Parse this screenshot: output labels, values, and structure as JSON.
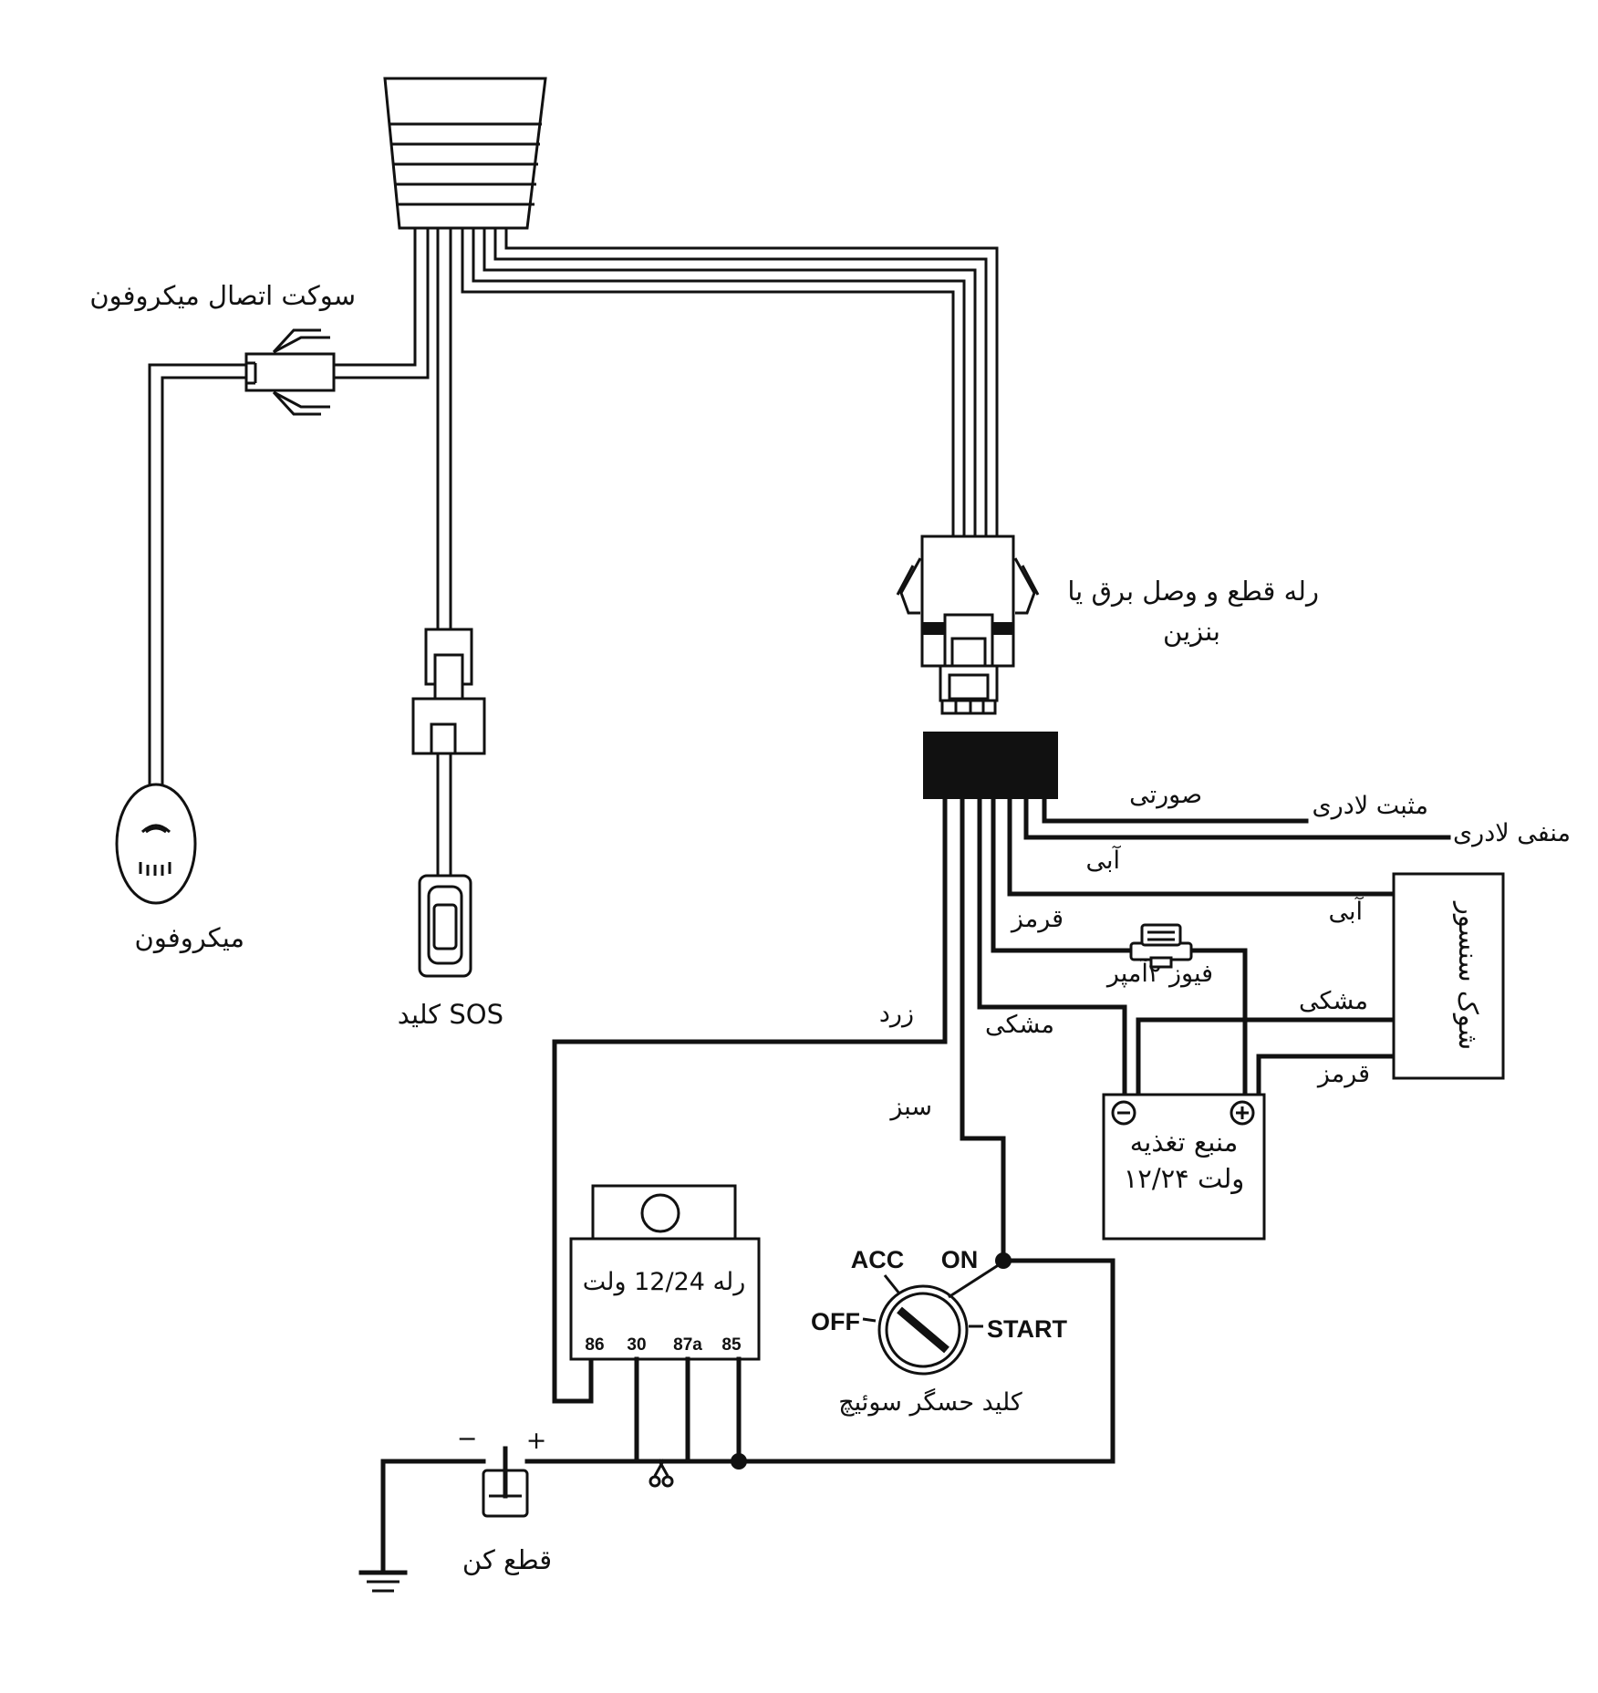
{
  "labels": {
    "mic_socket": "سوکت اتصال میکروفون",
    "microphone": "میکروفون",
    "sos_key": "کلید SOS",
    "relay_cut": "رله قطع و وصل برق یا",
    "relay_cut_line2": "بنزین",
    "wire_sorati": "صورتی",
    "ladder_positive": "مثبت لادری",
    "ladder_negative": "منفی لادری",
    "wire_abi_1": "آبی",
    "wire_abi_2": "آبی",
    "wire_ghermez_1": "قرمز",
    "wire_ghermez_2": "قرمز",
    "fuse": "فیوز ۲آمپر",
    "wire_zard": "زرد",
    "wire_meshki_1": "مشکی",
    "wire_meshki_2": "مشکی",
    "wire_sabz": "سبز",
    "shock_sensor": "شوک سنسور",
    "power_supply_line1": "منبع تغذیه",
    "power_supply_line2": "۱۲/۲۴ ولت",
    "relay_12_24": "رله 12/24 ولت",
    "pin_86": "86",
    "pin_30": "30",
    "pin_87a": "87a",
    "pin_85": "85",
    "acc": "ACC",
    "on": "ON",
    "off": "OFF",
    "start": "START",
    "ignition_switch": "کلید حسگر سوئیچ",
    "cutoff": "قطع کن",
    "minus": "−",
    "plus": "+"
  }
}
